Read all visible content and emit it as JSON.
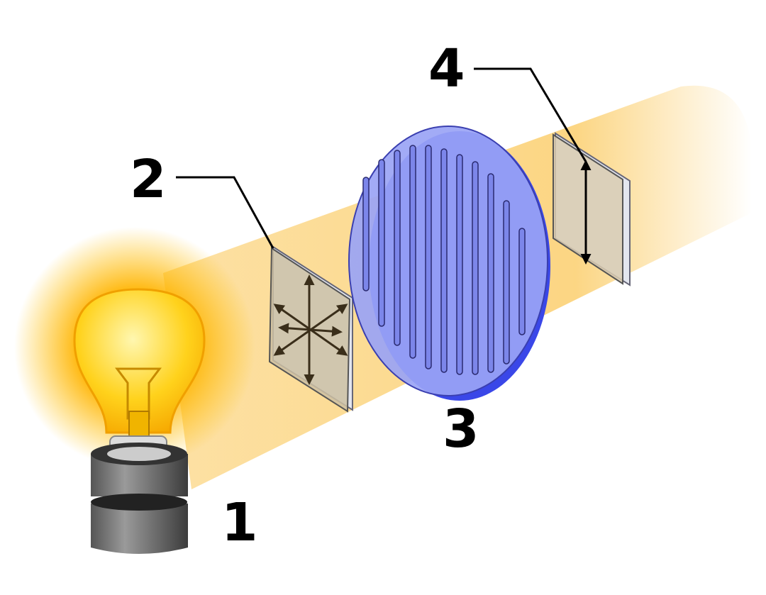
{
  "labels": {
    "light_source": "1",
    "first_filter": "2",
    "wave_plate": "3",
    "second_filter": "4"
  },
  "colors": {
    "beam": "#fbc85a",
    "disk": "#9aa4f5",
    "disk_edge": "#3a47e8",
    "filter": "#d9cbb0",
    "bulb_glass": "#ffd21c",
    "base": "#6b6b6b"
  }
}
